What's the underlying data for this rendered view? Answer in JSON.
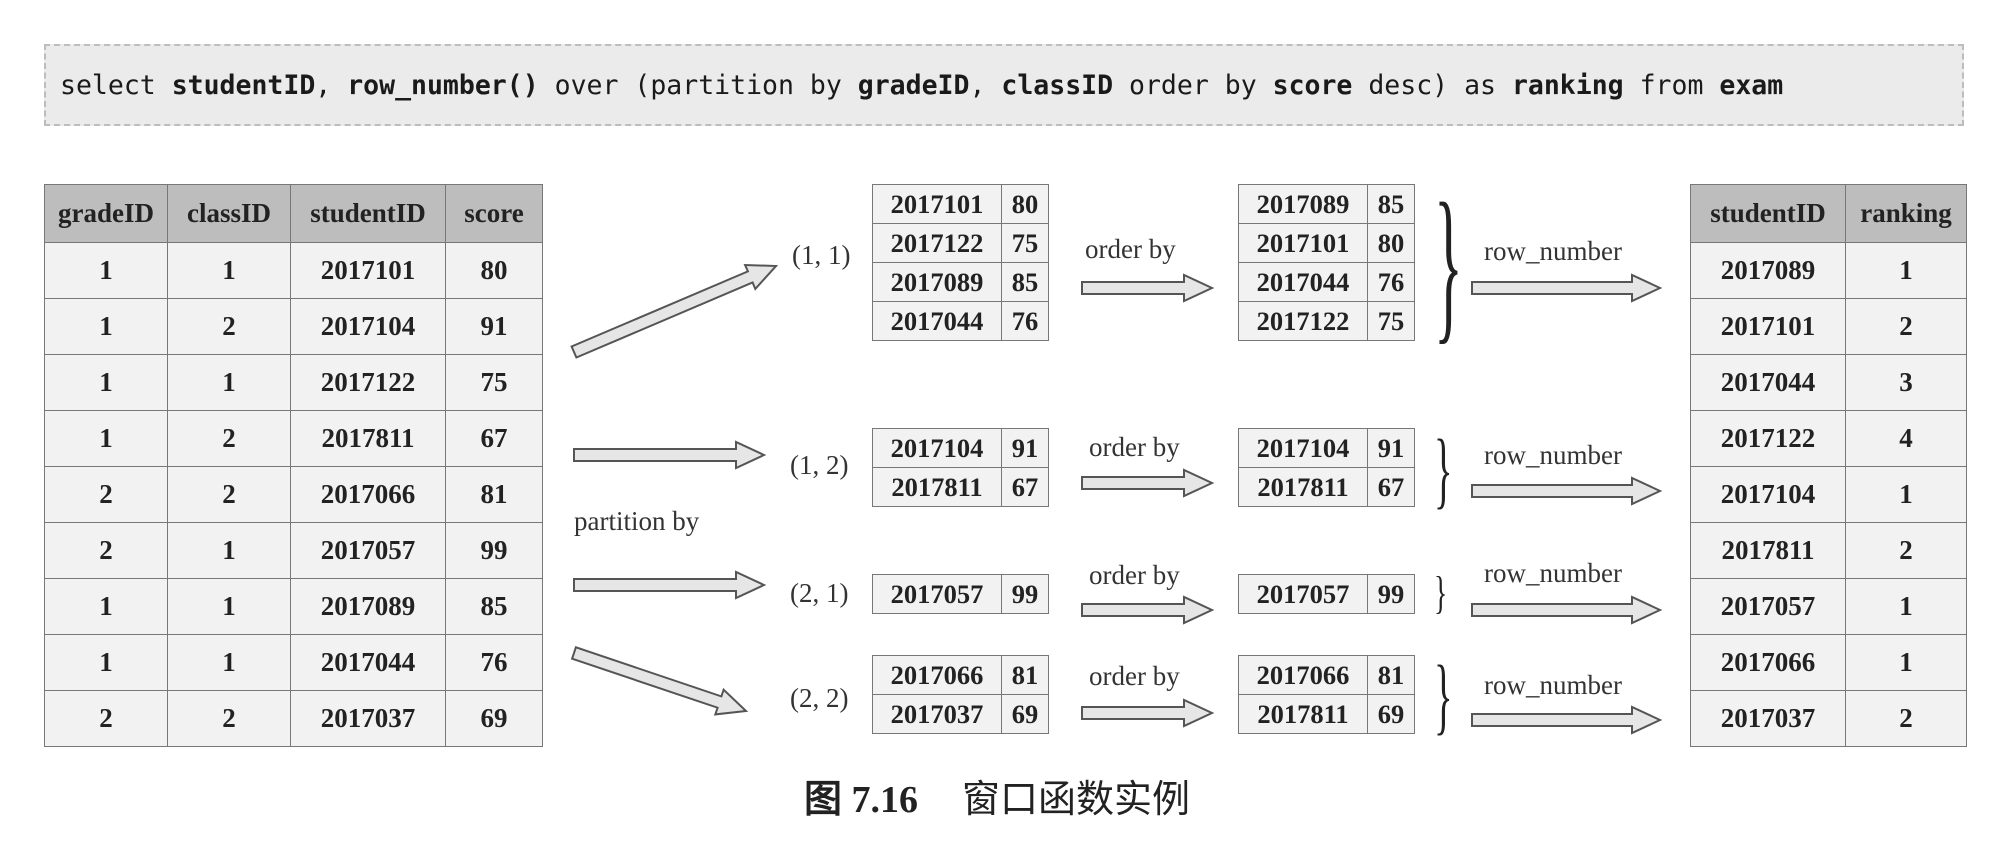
{
  "sql": {
    "parts": [
      "select ",
      "studentID",
      ", ",
      "row_number()",
      " over (",
      "partition by",
      " ",
      "gradeID",
      ", ",
      "classID",
      " order by ",
      "score",
      " desc) as ",
      "ranking",
      " from ",
      "exam"
    ]
  },
  "source_table": {
    "headers": [
      "gradeID",
      "classID",
      "studentID",
      "score"
    ],
    "rows": [
      [
        "1",
        "1",
        "2017101",
        "80"
      ],
      [
        "1",
        "2",
        "2017104",
        "91"
      ],
      [
        "1",
        "1",
        "2017122",
        "75"
      ],
      [
        "1",
        "2",
        "2017811",
        "67"
      ],
      [
        "2",
        "2",
        "2017066",
        "81"
      ],
      [
        "2",
        "1",
        "2017057",
        "99"
      ],
      [
        "1",
        "1",
        "2017089",
        "85"
      ],
      [
        "1",
        "1",
        "2017044",
        "76"
      ],
      [
        "2",
        "2",
        "2017037",
        "69"
      ]
    ]
  },
  "labels": {
    "partition_by": "partition by",
    "order_by": "order by",
    "row_number": "row_number"
  },
  "partitions": [
    {
      "key": "(1, 1)",
      "input": [
        [
          "2017101",
          "80"
        ],
        [
          "2017122",
          "75"
        ],
        [
          "2017089",
          "85"
        ],
        [
          "2017044",
          "76"
        ]
      ],
      "sorted": [
        [
          "2017089",
          "85"
        ],
        [
          "2017101",
          "80"
        ],
        [
          "2017044",
          "76"
        ],
        [
          "2017122",
          "75"
        ]
      ]
    },
    {
      "key": "(1, 2)",
      "input": [
        [
          "2017104",
          "91"
        ],
        [
          "2017811",
          "67"
        ]
      ],
      "sorted": [
        [
          "2017104",
          "91"
        ],
        [
          "2017811",
          "67"
        ]
      ]
    },
    {
      "key": "(2, 1)",
      "input": [
        [
          "2017057",
          "99"
        ]
      ],
      "sorted": [
        [
          "2017057",
          "99"
        ]
      ]
    },
    {
      "key": "(2, 2)",
      "input": [
        [
          "2017066",
          "81"
        ],
        [
          "2017037",
          "69"
        ]
      ],
      "sorted": [
        [
          "2017066",
          "81"
        ],
        [
          "2017811",
          "69"
        ]
      ]
    }
  ],
  "result_table": {
    "headers": [
      "studentID",
      "ranking"
    ],
    "rows": [
      [
        "2017089",
        "1"
      ],
      [
        "2017101",
        "2"
      ],
      [
        "2017044",
        "3"
      ],
      [
        "2017122",
        "4"
      ],
      [
        "2017104",
        "1"
      ],
      [
        "2017811",
        "2"
      ],
      [
        "2017057",
        "1"
      ],
      [
        "2017066",
        "1"
      ],
      [
        "2017037",
        "2"
      ]
    ]
  },
  "caption": {
    "figure": "图 7.16",
    "title": "窗口函数实例"
  },
  "colors": {
    "arrow_fill": "#e6e6e6",
    "arrow_stroke": "#555555",
    "header_bg": "#bdbdbd",
    "cell_bg": "#f2f2f2",
    "sql_bg": "#ebebeb"
  }
}
